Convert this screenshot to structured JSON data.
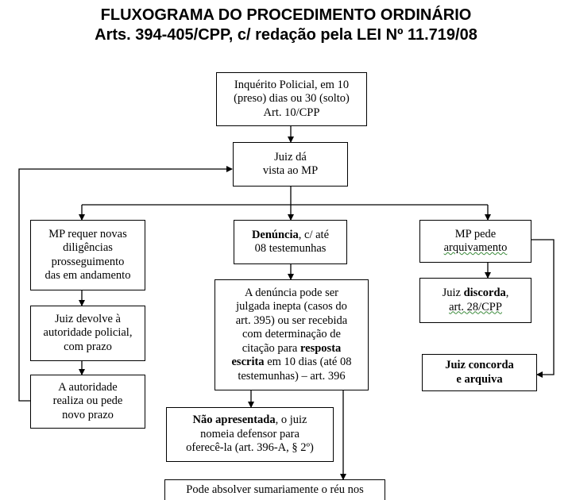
{
  "title": {
    "line1": "FLUXOGRAMA DO PROCEDIMENTO ORDINÁRIO",
    "line2": "Arts. 394-405/CPP, c/ redação pela LEI Nº 11.719/08"
  },
  "boxes": {
    "inquerito": {
      "l1": "Inquérito Policial, em 10",
      "l2": "(preso) dias ou 30 (solto)",
      "l3": "Art. 10/CPP"
    },
    "juiz_vista": {
      "l1": "Juiz dá",
      "l2": "vista ao MP"
    },
    "mp_diligencias": {
      "l1": "MP requer novas",
      "l2": "diligências",
      "l3": "prosseguimento",
      "l4": "das em andamento"
    },
    "denuncia": {
      "bold": "Denúncia",
      "l1_rest": ", c/ até",
      "l2": "08 testemunhas"
    },
    "mp_arquivamento": {
      "l1": "MP pede",
      "l2": "arquivamento"
    },
    "juiz_devolve": {
      "l1": "Juiz devolve à",
      "l2": "autoridade policial,",
      "l3": "com prazo"
    },
    "denuncia_inepta": {
      "l1": "A denúncia pode ser",
      "l2": "julgada inepta (casos do",
      "l3": "art. 395) ou ser recebida",
      "l4": "com determinação de",
      "l5a": "citação para ",
      "l5b": "resposta",
      "l6a": "escrita",
      "l6b": " em 10 dias (até 08",
      "l7": "testemunhas) – art. 396"
    },
    "juiz_discorda": {
      "l1a": "Juiz ",
      "l1b": "discorda",
      "l1c": ",",
      "l2": "art. 28/CPP"
    },
    "autoridade_realiza": {
      "l1": "A autoridade",
      "l2": "realiza ou pede",
      "l3": "novo prazo"
    },
    "juiz_concorda": {
      "l1a": "Juiz ",
      "l1b": "concorda",
      "l2": "e arquiva"
    },
    "nao_apresentada": {
      "l1a": "Não apresentada",
      "l1b": ", o juiz",
      "l2": "nomeia defensor para",
      "l3": "oferecê-la (art. 396-A, § 2º)"
    },
    "absolver": {
      "l1": "Pode absolver sumariamente o réu nos"
    }
  }
}
